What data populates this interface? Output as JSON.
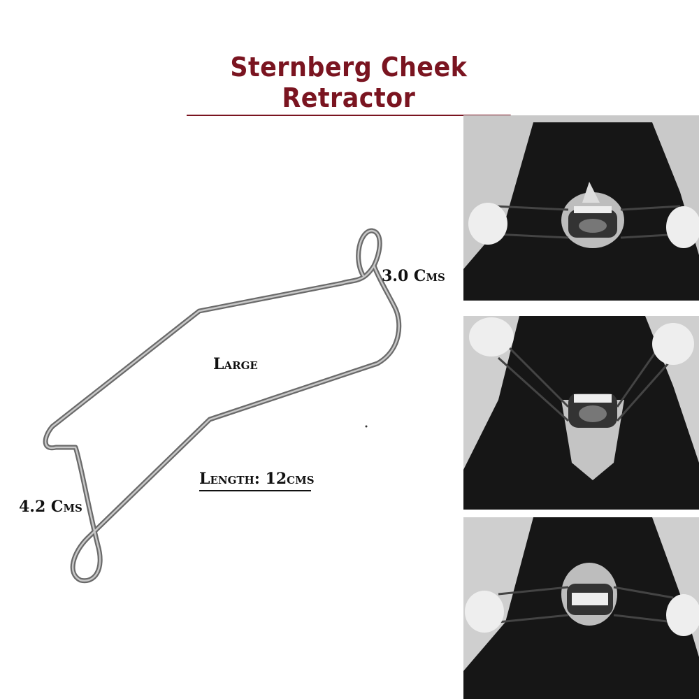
{
  "title": "Sternberg Cheek Retractor",
  "labels": {
    "width_top": "3.0 Cms",
    "size": "Large",
    "length": "Length: 12cms",
    "width_bottom": "4.2 Cms"
  },
  "colors": {
    "title": "#7a1420",
    "wire": "#8a8a8a"
  }
}
